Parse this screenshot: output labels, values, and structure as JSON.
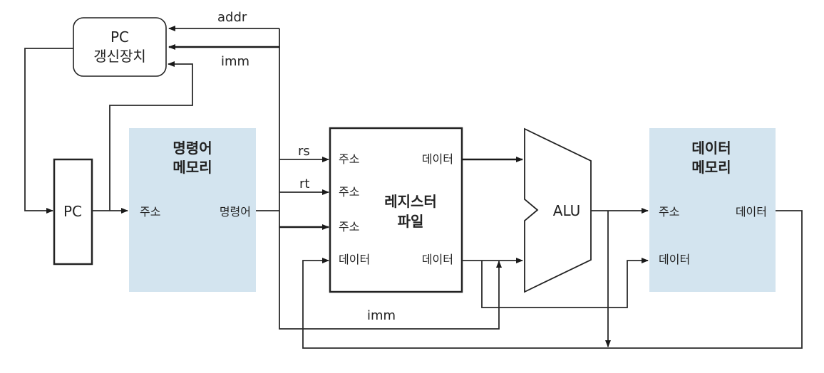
{
  "pc_update": {
    "line1": "PC",
    "line2": "갱신장치"
  },
  "pc": {
    "label": "PC"
  },
  "instruction_memory": {
    "title_line1": "명령어",
    "title_line2": "메모리",
    "port_in": "주소",
    "port_out": "명령어"
  },
  "register_file": {
    "title_line1": "레지스터",
    "title_line2": "파일",
    "port_addr1": "주소",
    "port_addr2": "주소",
    "port_addr3": "주소",
    "port_data_in": "데이터",
    "port_data_out1": "데이터",
    "port_data_out2": "데이터"
  },
  "alu": {
    "label": "ALU"
  },
  "data_memory": {
    "title_line1": "데이터",
    "title_line2": "메모리",
    "port_addr": "주소",
    "port_data_in": "데이터",
    "port_data_out": "데이터"
  },
  "signals": {
    "addr": "addr",
    "imm_top": "imm",
    "rs": "rs",
    "rt": "rt",
    "imm_bottom": "imm"
  },
  "colors": {
    "memory_fill": "#d3e4ef",
    "line": "#222222"
  }
}
